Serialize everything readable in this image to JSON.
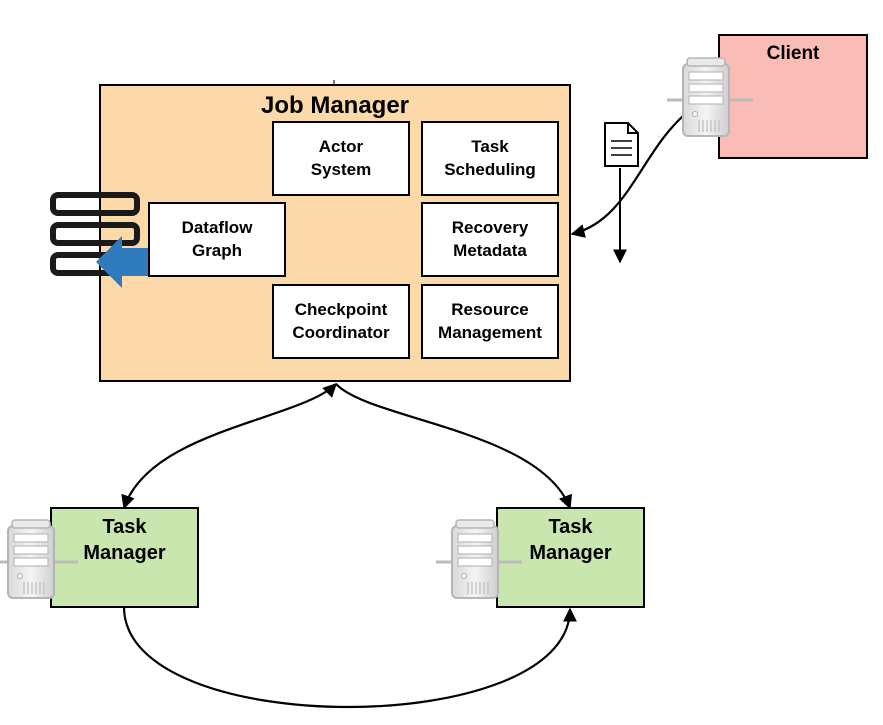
{
  "colors": {
    "job_manager_fill": "#fcd9a8",
    "client_fill": "#f9bcb6",
    "task_manager_fill": "#c9e6ae",
    "arrow_blue": "#2f7bbd",
    "storage_black": "#1a1a1a"
  },
  "client": {
    "title": "Client"
  },
  "job_manager": {
    "title": "Job Manager",
    "components": {
      "actor_system": "Actor\nSystem",
      "task_scheduling": "Task\nScheduling",
      "dataflow_graph": "Dataflow\nGraph",
      "recovery_metadata": "Recovery\nMetadata",
      "checkpoint_coordinator": "Checkpoint\nCoordinator",
      "resource_management": "Resource\nManagement"
    }
  },
  "task_managers": [
    {
      "title": "Task\nManager"
    },
    {
      "title": "Task\nManager"
    }
  ],
  "icons": {
    "server": "server-icon",
    "document": "document-icon",
    "storage": "storage-stack-icon",
    "arrow": "blue-arrow-icon"
  }
}
